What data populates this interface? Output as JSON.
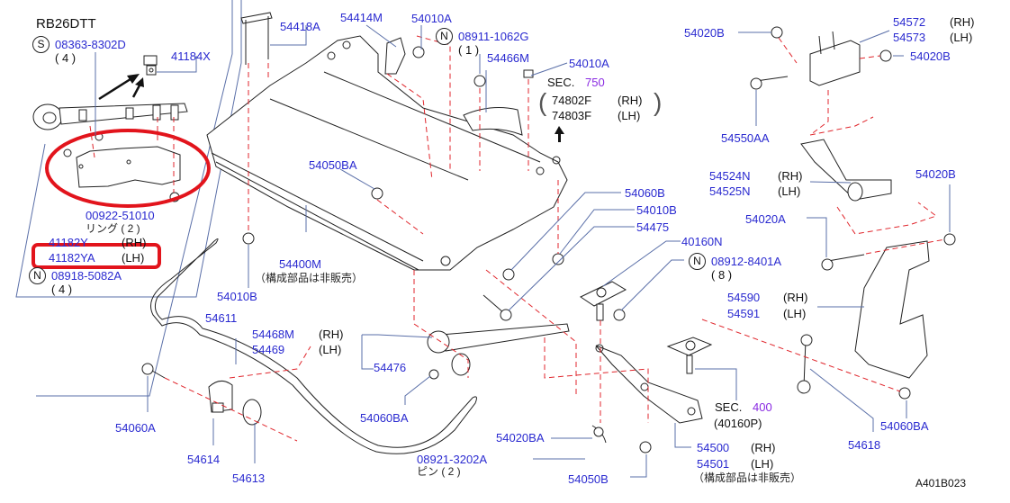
{
  "diagram": {
    "engine": "RB26DTT",
    "drawing_code": "A401B023",
    "colors": {
      "part_number": "#2a2ad0",
      "section_number": "#8a2be2",
      "highlight": "#e2141c",
      "phantom_line": "#e0262c",
      "leader_line": "#5a6fa8"
    },
    "not_sold_note": "（構成部品は非販売）",
    "parts": {
      "p08363": {
        "symbol": "S",
        "number": "08363-8302D",
        "qty": "( 4 )"
      },
      "p41184x": {
        "number": "41184X"
      },
      "p00922": {
        "number": "00922-51010",
        "desc": "リング ( 2 )"
      },
      "p41182y": {
        "number": "41182Y",
        "side": "(RH)"
      },
      "p41182ya": {
        "number": "41182YA",
        "side": "(LH)",
        "highlighted": true
      },
      "p08918": {
        "symbol": "N",
        "number": "08918-5082A",
        "qty": "( 4 )"
      },
      "p54418a": {
        "number": "54418A"
      },
      "p54414m": {
        "number": "54414M"
      },
      "p54010a_1": {
        "number": "54010A"
      },
      "p08911": {
        "symbol": "N",
        "number": "08911-1062G",
        "qty": "( 1 )"
      },
      "p54466m": {
        "number": "54466M"
      },
      "p54010a_2": {
        "number": "54010A"
      },
      "sec750": {
        "prefix": "SEC.",
        "section": "750",
        "rh": "74802F",
        "rh_side": "(RH)",
        "lh": "74803F",
        "lh_side": "(LH)"
      },
      "p54050ba": {
        "number": "54050BA"
      },
      "p54400m": {
        "number": "54400M",
        "note": "（構成部品は非販売）"
      },
      "p54010b_1": {
        "number": "54010B"
      },
      "p54060b": {
        "number": "54060B"
      },
      "p54010b_2": {
        "number": "54010B"
      },
      "p54475": {
        "number": "54475"
      },
      "p40160n": {
        "number": "40160N"
      },
      "p08912": {
        "symbol": "N",
        "number": "08912-8401A",
        "qty": "( 8 )"
      },
      "p54020b_1": {
        "number": "54020B"
      },
      "p54572": {
        "number": "54572",
        "side": "(RH)"
      },
      "p54573": {
        "number": "54573",
        "side": "(LH)"
      },
      "p54020b_2": {
        "number": "54020B"
      },
      "p54550aa": {
        "number": "54550AA"
      },
      "p54524n": {
        "number": "54524N",
        "side": "(RH)"
      },
      "p54525n": {
        "number": "54525N",
        "side": "(LH)"
      },
      "p54020b_3": {
        "number": "54020B"
      },
      "p54020a": {
        "number": "54020A"
      },
      "p54590": {
        "number": "54590",
        "side": "(RH)"
      },
      "p54591": {
        "number": "54591",
        "side": "(LH)"
      },
      "p54611": {
        "number": "54611"
      },
      "p54468m": {
        "number": "54468M",
        "side": "(RH)"
      },
      "p54469": {
        "number": "54469",
        "side": "(LH)"
      },
      "p54476": {
        "number": "54476"
      },
      "p54060ba_1": {
        "number": "54060BA"
      },
      "p54060a": {
        "number": "54060A"
      },
      "p54614": {
        "number": "54614"
      },
      "p54613": {
        "number": "54613"
      },
      "p54020ba": {
        "number": "54020BA"
      },
      "p08921": {
        "number": "08921-3202A",
        "desc": "ピン ( 2 )"
      },
      "p54050b": {
        "number": "54050B"
      },
      "sec400": {
        "prefix": "SEC.",
        "section": "400",
        "ref": "(40160P)"
      },
      "p54500": {
        "number": "54500",
        "side": "(RH)"
      },
      "p54501": {
        "number": "54501",
        "side": "(LH)",
        "note": "（構成部品は非販売）"
      },
      "p54618": {
        "number": "54618"
      },
      "p54060ba_2": {
        "number": "54060BA"
      }
    }
  }
}
